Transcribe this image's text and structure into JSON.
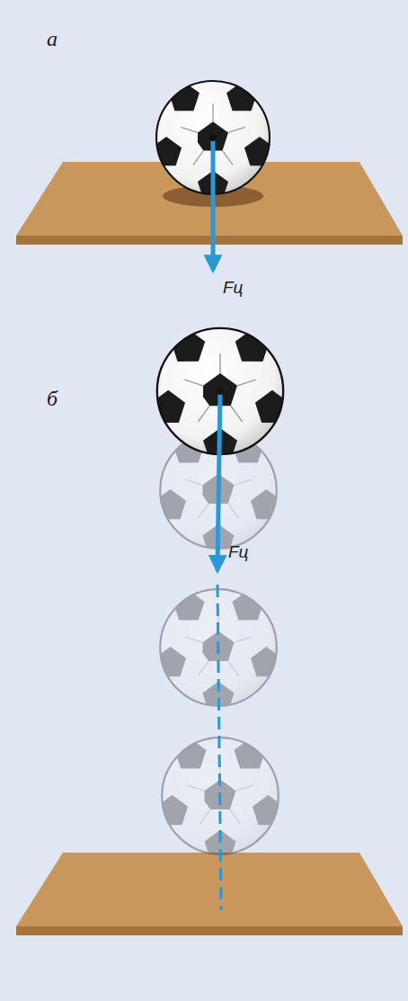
{
  "diagram": {
    "labels": [
      "а",
      "Fц",
      "б",
      "Fц"
    ]
  }
}
